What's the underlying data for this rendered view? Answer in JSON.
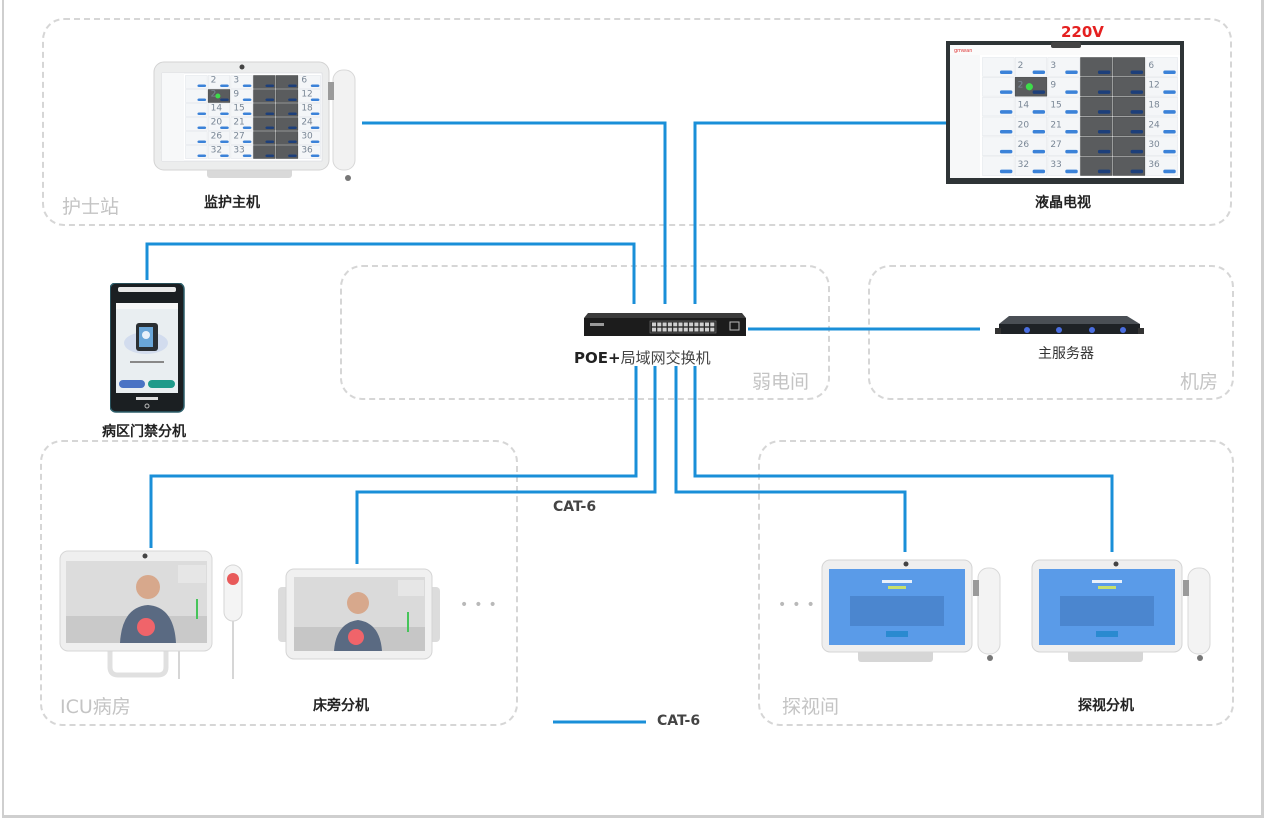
{
  "zones": {
    "nurse_station": "护士站",
    "weak_current_room": "弱电间",
    "machine_room": "机房",
    "icu_ward": "ICU病房",
    "visit_room": "探视间"
  },
  "devices": {
    "monitor_host": "监护主机",
    "lcd_tv": "液晶电视",
    "lcd_tv_power": "220V",
    "poe_switch_prefix": "POE+",
    "poe_switch": "局域网交换机",
    "main_server": "主服务器",
    "ward_access_unit": "病区门禁分机",
    "bedside_unit": "床旁分机",
    "visit_unit": "探视分机"
  },
  "cable_label": "CAT-6",
  "legend": {
    "line_label": "CAT-6"
  },
  "ellipsis": "•••",
  "colors": {
    "cable": "#1a8fd8",
    "zone_border": "#d6d6d6",
    "zone_label": "#c4c4c4",
    "power_label": "#e52020"
  },
  "screen_grid": {
    "numbers": [
      "",
      "2",
      "3",
      "",
      "",
      "6",
      "",
      "2",
      "9",
      "",
      "",
      "12",
      "",
      "14",
      "15",
      "",
      "",
      "18",
      "",
      "20",
      "21",
      "",
      "",
      "24",
      "",
      "26",
      "27",
      "",
      "",
      "30",
      "",
      "32",
      "33",
      "",
      "",
      "36"
    ]
  }
}
